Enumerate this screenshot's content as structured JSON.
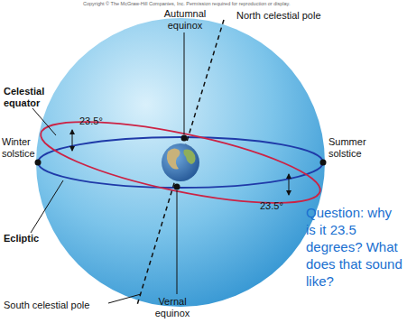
{
  "diagram": {
    "labels": [
      "Copyright © The McGraw-Hill Companies, Inc. Permission required for reproduction or display.",
      "Autumnal equinox",
      "North celestial pole",
      "Celestial equator",
      "23.5°",
      "Winter solstice",
      "Summer solstice",
      "23.5°",
      "Ecliptic",
      "Question: why is it 23.5 degrees? What does that sound like?",
      "South celestial pole",
      "Vernal equinox"
    ]
  }
}
